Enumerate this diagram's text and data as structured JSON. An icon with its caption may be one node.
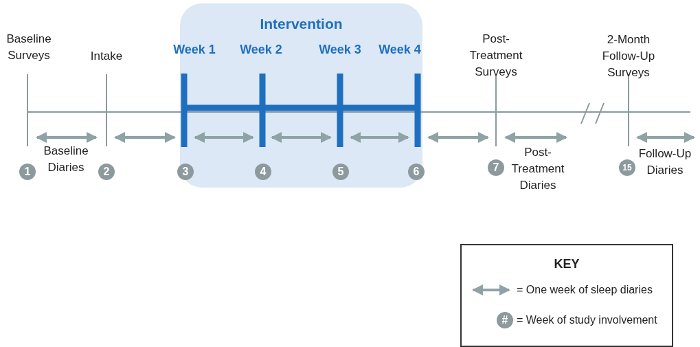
{
  "diagram": {
    "nodes": [
      {
        "text": [
          "Intervention"
        ]
      },
      {
        "text": [
          "1"
        ]
      },
      {
        "text": [
          "2"
        ]
      },
      {
        "text": [
          "3"
        ],
        "in": 0
      },
      {
        "text": [
          "4"
        ],
        "in": 0
      },
      {
        "text": [
          "5"
        ],
        "in": 0
      },
      {
        "text": [
          "6"
        ],
        "in": 0
      },
      {
        "text": [
          "7"
        ]
      },
      {
        "text": [
          "15"
        ]
      },
      {
        "text": [
          "#"
        ]
      }
    ],
    "labels": [
      "Baseline Surveys",
      "Intake",
      "Week 1",
      "Week 2",
      "Week 3",
      "Week 4",
      "Post-Treatment Surveys",
      "2-Month Follow-Up Surveys",
      "Baseline Diaries",
      "Post-Treatment Diaries",
      "Follow-Up Diaries",
      "KEY"
    ],
    "legend": [
      {
        "text": "= One week of sleep diaries"
      },
      {
        "text": "= Week of study involvement"
      }
    ]
  }
}
